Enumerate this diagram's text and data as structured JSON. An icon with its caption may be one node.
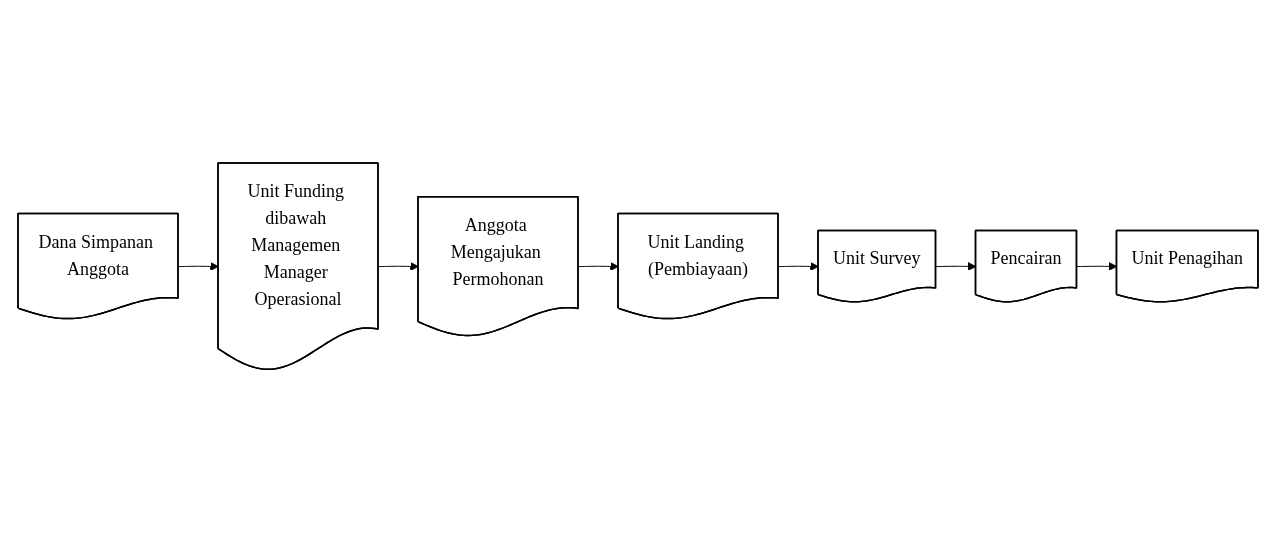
{
  "diagram": {
    "nodes": [
      {
        "text": [
          "Dana Simpanan Anggota"
        ]
      },
      {
        "text": [
          "Unit Funding dibawah Managemen Manager Operasional"
        ]
      },
      {
        "text": [
          "Anggota Mengajukan Permohonan"
        ]
      },
      {
        "text": [
          "Unit Landing (Pembiayaan)"
        ]
      },
      {
        "text": [
          "Unit Survey"
        ]
      },
      {
        "text": [
          "Pencairan"
        ]
      },
      {
        "text": [
          "Unit Penagihan"
        ]
      }
    ],
    "edges": [
      {
        "from": 0,
        "to": 1,
        "arrow": "to"
      },
      {
        "from": 1,
        "to": 2,
        "arrow": "to"
      },
      {
        "from": 2,
        "to": 3,
        "arrow": "to"
      },
      {
        "from": 3,
        "to": 4,
        "arrow": "to"
      },
      {
        "from": 4,
        "to": 5,
        "arrow": "to"
      },
      {
        "from": 5,
        "to": 6,
        "arrow": "to"
      }
    ]
  }
}
